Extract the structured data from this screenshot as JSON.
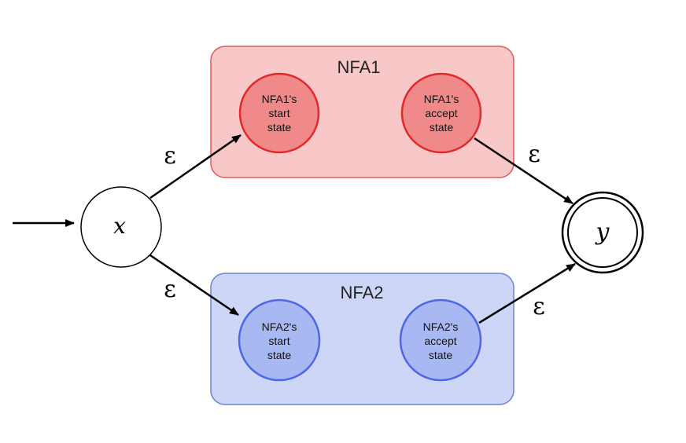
{
  "nfa1": {
    "label": "NFA1",
    "start_state": [
      "NFA1's",
      "start",
      "state"
    ],
    "accept_state": [
      "NFA1's",
      "accept",
      "state"
    ]
  },
  "nfa2": {
    "label": "NFA2",
    "start_state": [
      "NFA2's",
      "start",
      "state"
    ],
    "accept_state": [
      "NFA2's",
      "accept",
      "state"
    ]
  },
  "start_node": {
    "label": "x"
  },
  "final_node": {
    "label": "y"
  },
  "epsilon": "ε",
  "colors": {
    "nfa1_box_fill": "#f8c8c8",
    "nfa1_box_stroke": "#e05a5a",
    "nfa1_state_fill": "#f08a8a",
    "nfa1_state_stroke": "#e02a2a",
    "nfa2_box_fill": "#cdd6f6",
    "nfa2_box_stroke": "#6c82dc",
    "nfa2_state_fill": "#a8b8f2",
    "nfa2_state_stroke": "#4f67e6",
    "edge": "#000000"
  }
}
